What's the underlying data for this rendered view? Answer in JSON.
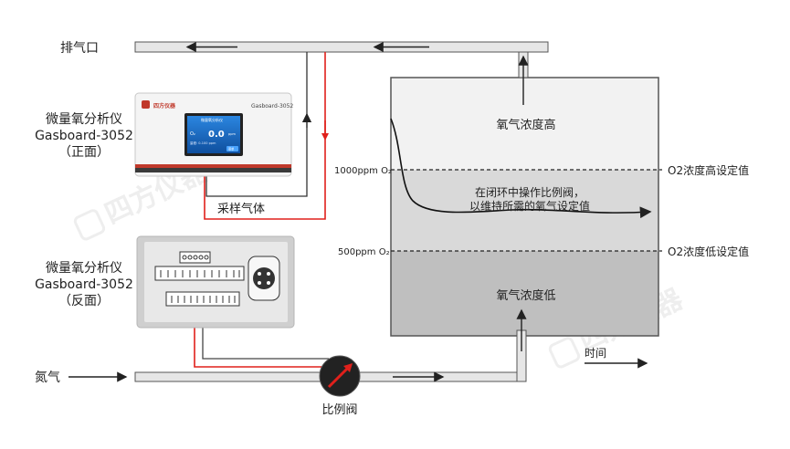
{
  "labels": {
    "exhaust": "排气口",
    "nitrogen": "氮气",
    "front_line1": "微量氧分析仪",
    "front_line2": "Gasboard-3052",
    "front_line3": "（正面）",
    "back_line1": "微量氧分析仪",
    "back_line2": "Gasboard-3052",
    "back_line3": "（反面）",
    "sample_gas": "采样气体",
    "valve": "比例阀",
    "o2_high": "氧气浓度高",
    "o2_low": "氧气浓度低",
    "operate_line1": "在闭环中操作比例阀，",
    "operate_line2": "以维持所需的氧气设定值",
    "ppm_1000": "1000ppm O₂",
    "ppm_500": "500ppm O₂",
    "set_high": "O2浓度高设定值",
    "set_low": "O2浓度低设定值",
    "time": "时间"
  },
  "device": {
    "brand": "四方仪器",
    "model": "Gasboard-3052",
    "screen_title": "微量氧分析仪",
    "screen_o2": "O₂",
    "screen_value": "0.0",
    "screen_unit": "ppm",
    "screen_range": "量程: 0-100 ppm",
    "screen_button": "菜单"
  },
  "watermark": "四方仪器",
  "colors": {
    "pipe_fill": "#e6e6e6",
    "pipe_stroke": "#555555",
    "red_line": "#e0201b",
    "tank_top": "#f2f2f2",
    "tank_mid": "#d9d9d9",
    "tank_bottom": "#bfbfbf",
    "device_accent": "#c0392b",
    "screen_blue": "#1b6fc9"
  }
}
